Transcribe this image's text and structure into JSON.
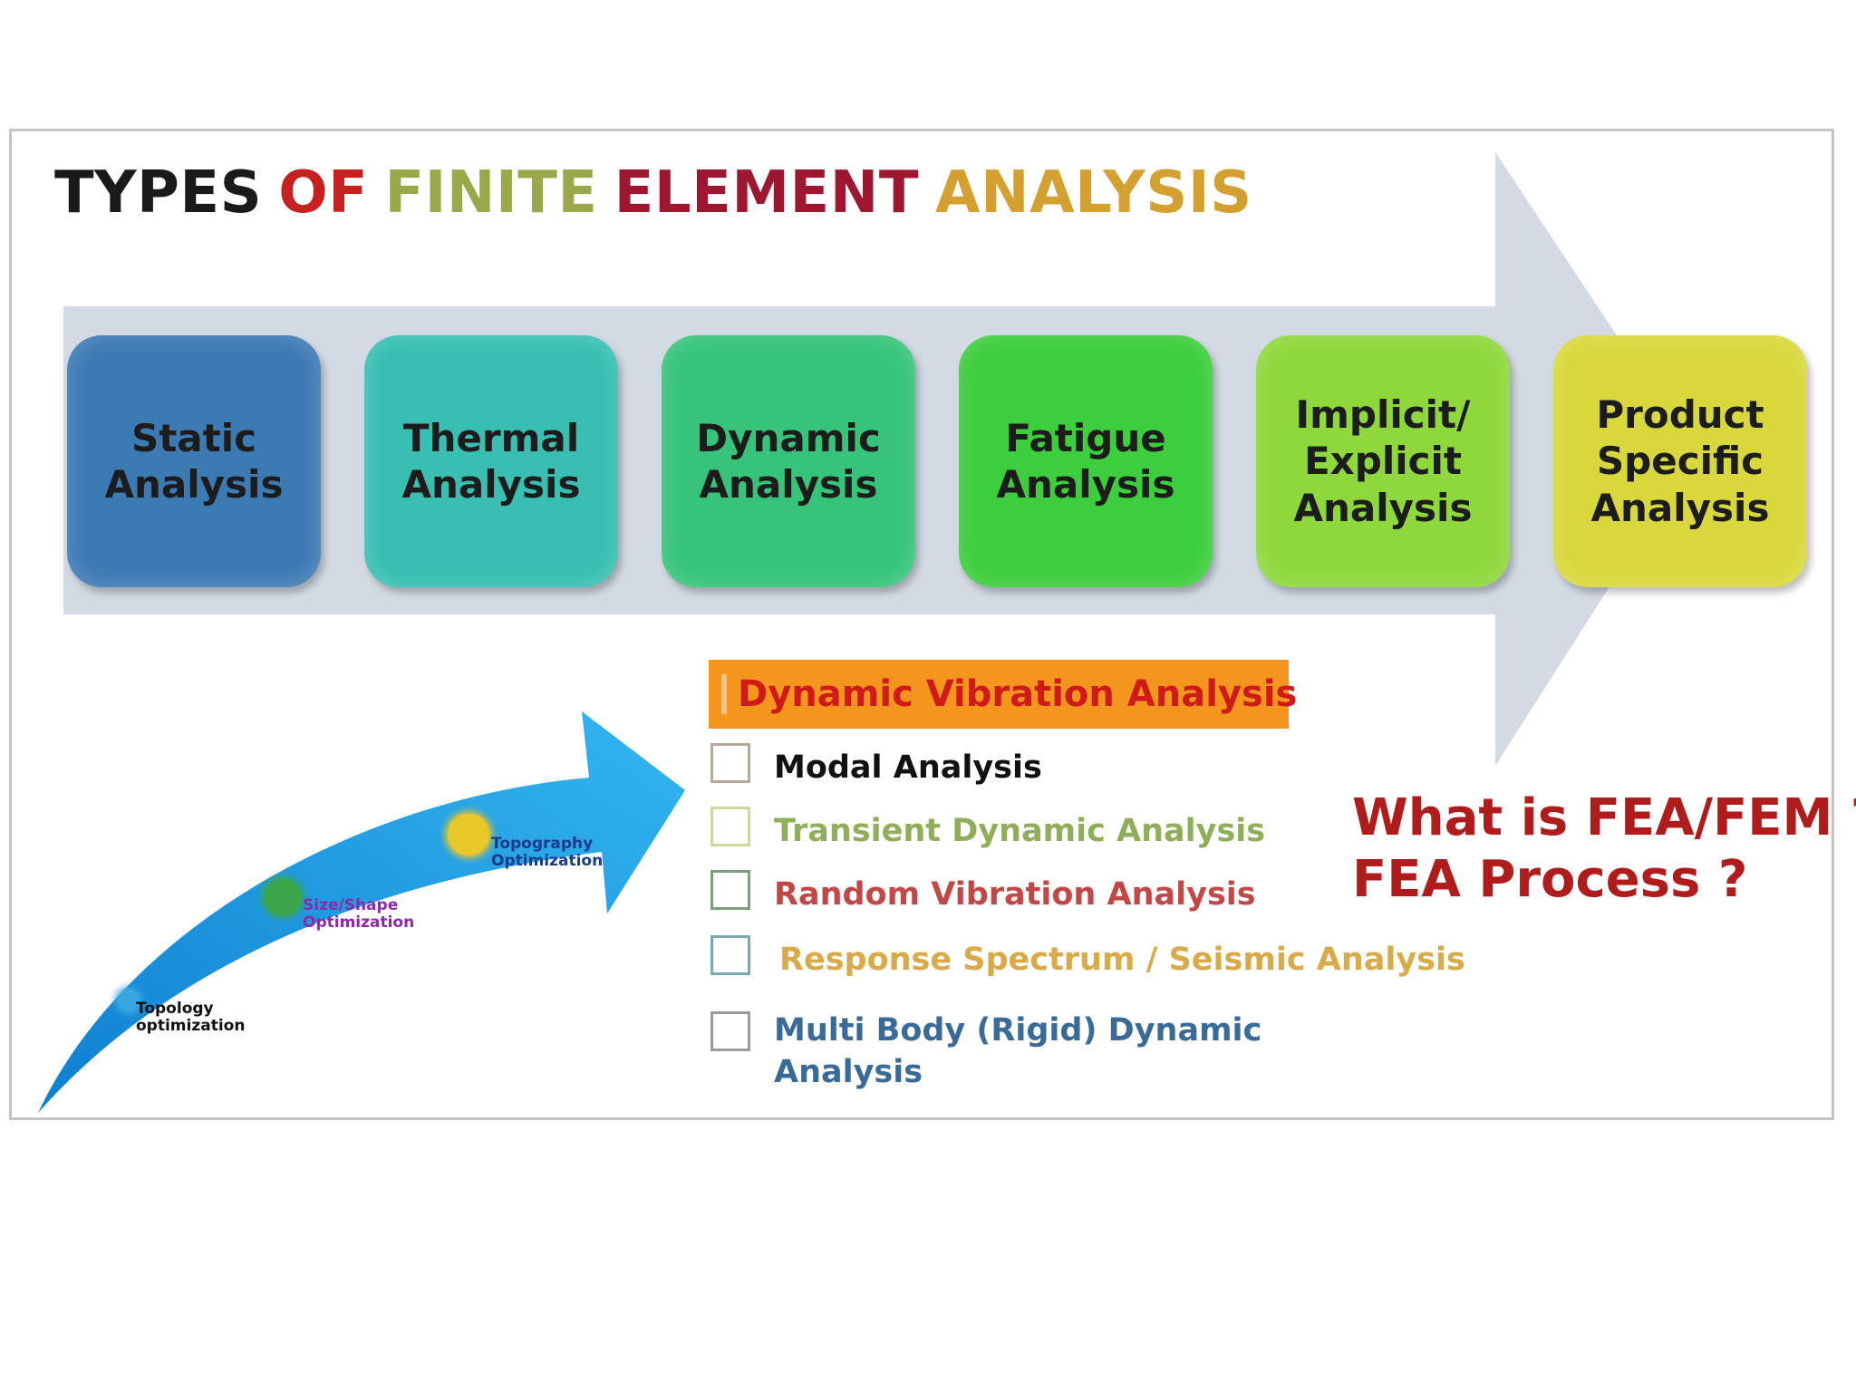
{
  "title": {
    "words": [
      {
        "text": "TYPES",
        "color": "#1a1a1a"
      },
      {
        "text": "OF",
        "color": "#c62020"
      },
      {
        "text": "FINITE",
        "color": "#9aa84a"
      },
      {
        "text": "ELEMENT",
        "color": "#9b1830"
      },
      {
        "text": "ANALYSIS",
        "color": "#d4a030"
      }
    ]
  },
  "analysis_types": [
    {
      "label": "Static\nAnalysis",
      "color": "#3c7ab4"
    },
    {
      "label": "Thermal\nAnalysis",
      "color": "#38bfb2"
    },
    {
      "label": "Dynamic\nAnalysis",
      "color": "#36c47a"
    },
    {
      "label": "Fatigue\nAnalysis",
      "color": "#3cce3c"
    },
    {
      "label": "Implicit/\nExplicit\nAnalysis",
      "color": "#8ed83c"
    },
    {
      "label": "Product\nSpecific\nAnalysis",
      "color": "#d8d83c"
    }
  ],
  "dynamic_heading": {
    "label": "Dynamic Vibration Analysis",
    "bg": "#f4961e",
    "color": "#d01919"
  },
  "dynamic_items": [
    {
      "label": "Modal Analysis",
      "color": "#111111",
      "box_color": "#b8a89a"
    },
    {
      "label": "Transient Dynamic Analysis",
      "color": "#8fae58",
      "box_color": "#c8dc9c"
    },
    {
      "label": "Random Vibration Analysis",
      "color": "#c24848",
      "box_color": "#7aa07a"
    },
    {
      "label": "Response Spectrum / Seismic Analysis",
      "color": "#d8aa48",
      "box_color": "#7aa8b0"
    },
    {
      "label": "Multi Body (Rigid) Dynamic\nAnalysis",
      "color": "#3a6a98",
      "box_color": "#9a9a9a"
    }
  ],
  "questions": [
    "What is FEA/FEM ?",
    "FEA Process ?"
  ],
  "optimization_steps": [
    {
      "label": "Topology\noptimization",
      "color": "#111111",
      "dot_color": "#3aa8e0"
    },
    {
      "label": "Size/Shape\nOptimization",
      "color": "#8a2aa8",
      "dot_color": "#3aa848"
    },
    {
      "label": "Topography\nOptimization",
      "color": "#1a3a8a",
      "dot_color": "#e8c828"
    }
  ],
  "colors": {
    "main_arrow": "#d3dae3",
    "opt_arrow": "#1ea9ec",
    "frame": "#c4c4c4"
  }
}
